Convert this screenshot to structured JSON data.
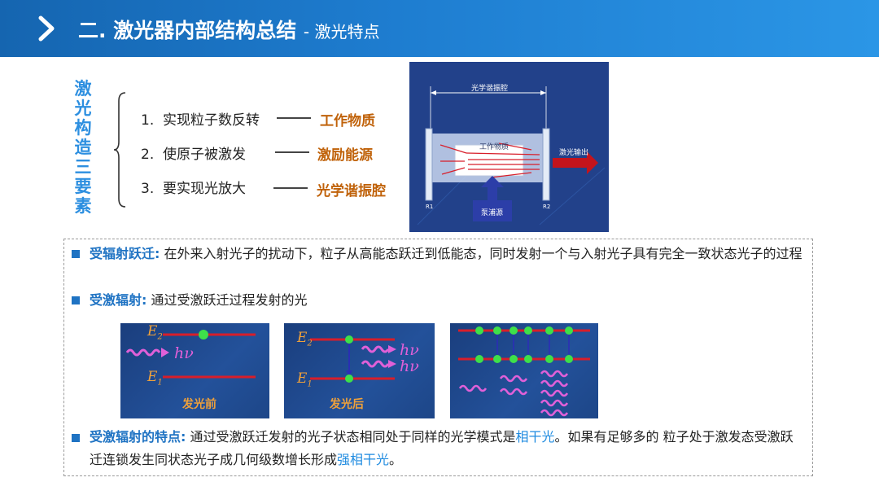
{
  "header": {
    "title": "二. 激光器内部结构总结",
    "separator": "-",
    "subtitle": "激光特点"
  },
  "vertical_label": [
    "激",
    "光",
    "构",
    "造",
    "三",
    "要",
    "素"
  ],
  "elements": [
    {
      "number": "1.",
      "text": "实现粒子数反转",
      "tag": "工作物质"
    },
    {
      "number": "2.",
      "text": "使原子被激发",
      "tag": "激励能源"
    },
    {
      "number": "3.",
      "text": "要实现光放大",
      "tag": "光学谐振腔"
    }
  ],
  "cavity": {
    "resonator_label": "光学谐振腔",
    "medium_label": "工作物质",
    "output_label": "激光输出",
    "pump_label": "泵浦源",
    "mirror_left": "R1",
    "mirror_right": "R2"
  },
  "bullets": {
    "stimulated_transition": {
      "keyword": "受辐射跃迁:",
      "text": "在外来入射光子的扰动下，粒子从高能态跃迁到低能态，同时发射一个与入射光子具有完全一致状态光子的过程"
    },
    "stimulated_emission": {
      "keyword": "受激辐射:",
      "text": "通过受激跃迁过程发射的光"
    },
    "characteristics": {
      "keyword": "受激辐射的特点:",
      "text_a": "通过受激跃迁发射的光子状态相同处于同样的光学模式是",
      "highlight_a": "相干光",
      "text_b": "。如果有足够多的 粒子处于激发态受激跃迁连锁发生同状态光子成几何级数增长形成",
      "highlight_b": "强相干光",
      "text_c": "。"
    }
  },
  "panels": {
    "before_label": "发光前",
    "after_label": "发光后",
    "e2": "E",
    "e2_sub": "2",
    "e1": "E",
    "e1_sub": "1",
    "photon_symbol": "hν"
  },
  "colors": {
    "header_blue": "#1e7dd0",
    "keyword_blue": "#1f73c3",
    "tag_orange": "#c0620a",
    "panel_label_orange": "#f0a13a",
    "photon_magenta": "#e060d8",
    "level_red": "#d81e2a",
    "atom_green": "#3ee04a"
  },
  "icons": [
    "chevron-right-icon",
    "square-bullet-icon"
  ]
}
